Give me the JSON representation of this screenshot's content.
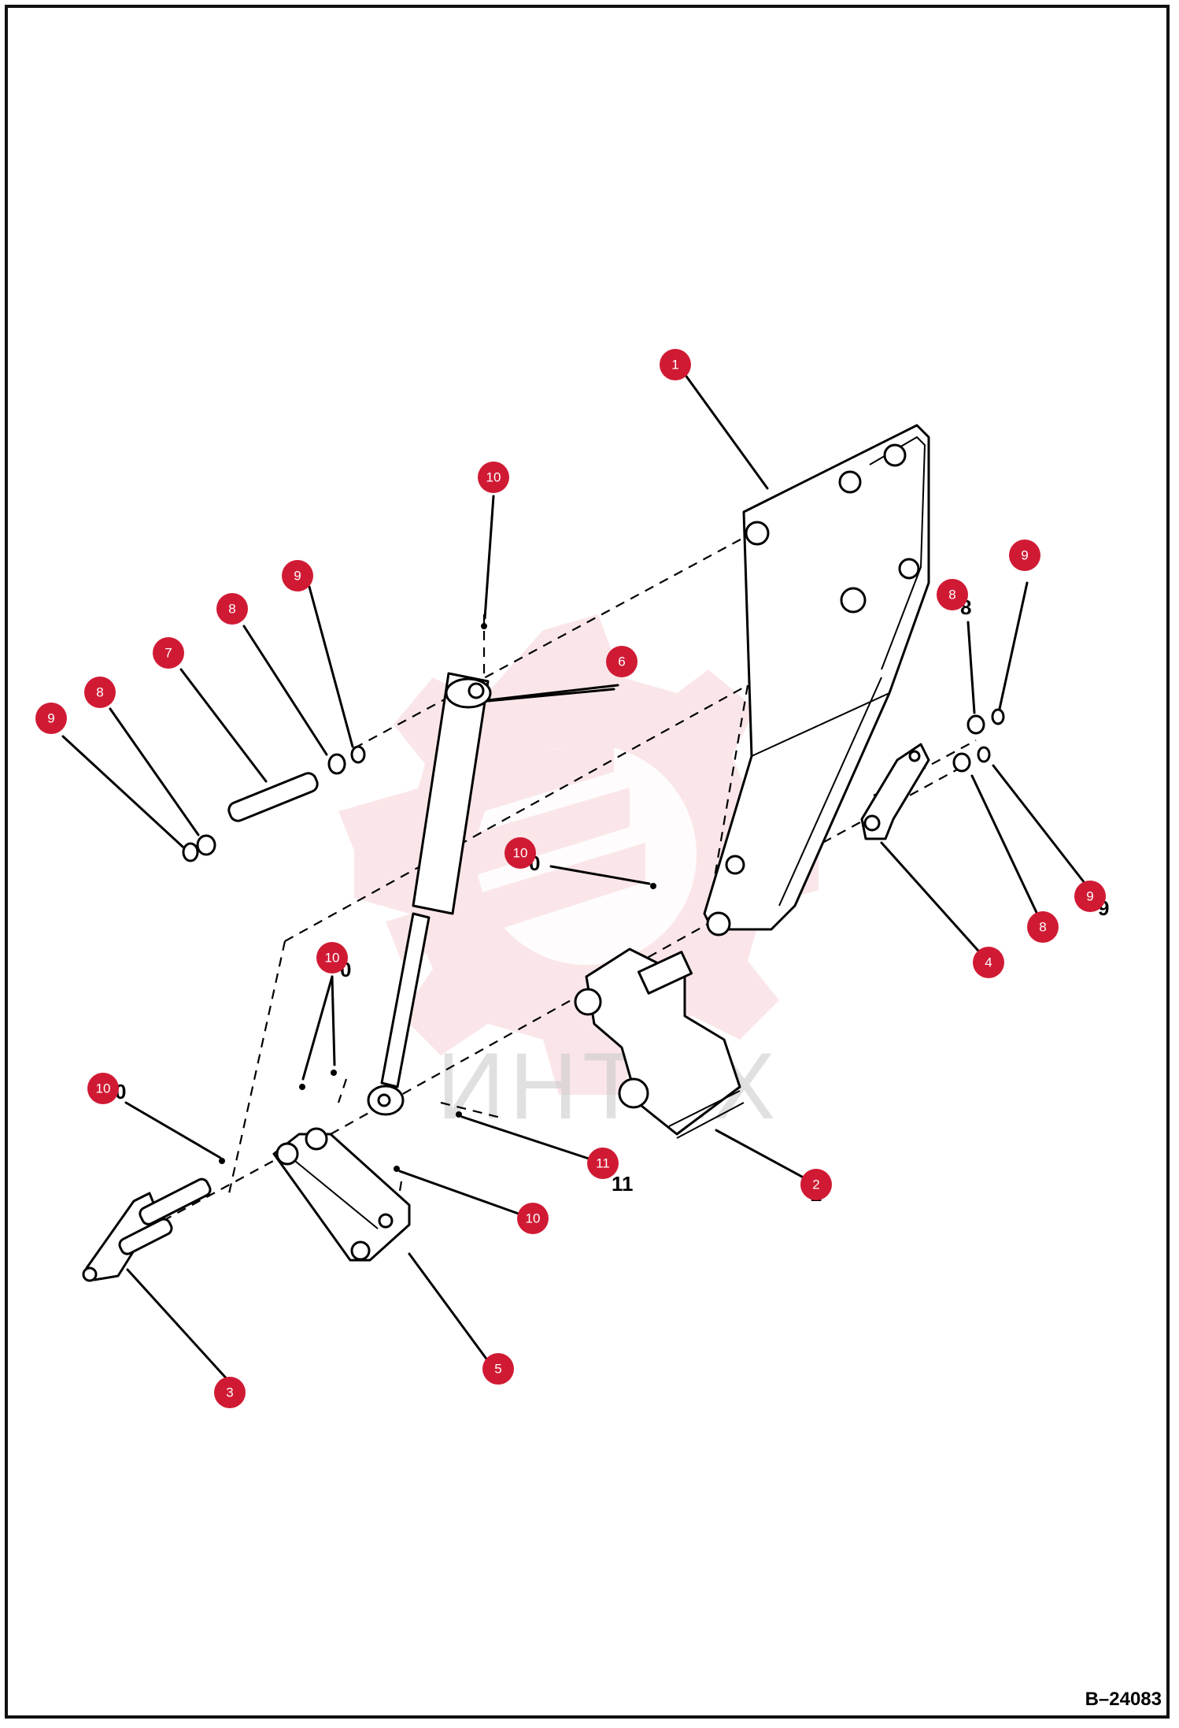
{
  "drawing_number": "B–24083",
  "watermark_text": "ИНТЕХ",
  "colors": {
    "callout": "#d01a34",
    "callout_text": "#ffffff",
    "lines": "#000000",
    "watermark": "#f2b8c0",
    "border": "#111111"
  },
  "callouts": [
    {
      "id": "c1",
      "number": "1"
    },
    {
      "id": "c2",
      "number": "2"
    },
    {
      "id": "c3",
      "number": "3"
    },
    {
      "id": "c4",
      "number": "4"
    },
    {
      "id": "c5",
      "number": "5"
    },
    {
      "id": "c6",
      "number": "6"
    },
    {
      "id": "c7",
      "number": "7"
    },
    {
      "id": "c8a",
      "number": "8"
    },
    {
      "id": "c8b",
      "number": "8"
    },
    {
      "id": "c8c",
      "number": "8"
    },
    {
      "id": "c8d",
      "number": "8"
    },
    {
      "id": "c9a",
      "number": "9"
    },
    {
      "id": "c9b",
      "number": "9"
    },
    {
      "id": "c9c",
      "number": "9"
    },
    {
      "id": "c9d",
      "number": "9"
    },
    {
      "id": "c10a",
      "number": "10"
    },
    {
      "id": "c10b",
      "number": "10"
    },
    {
      "id": "c10c",
      "number": "10"
    },
    {
      "id": "c10d",
      "number": "10"
    },
    {
      "id": "c10e",
      "number": "10"
    },
    {
      "id": "c11",
      "number": "11"
    }
  ]
}
